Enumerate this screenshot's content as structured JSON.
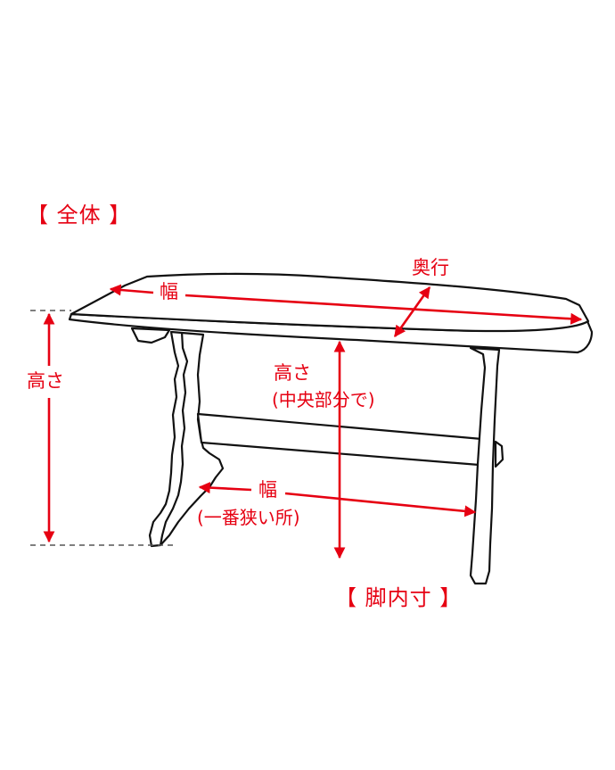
{
  "titles": {
    "overall": "【 全体 】",
    "leg_inner": "【 脚内寸 】"
  },
  "labels": {
    "width_top": "幅",
    "depth": "奥行",
    "height_overall": "高さ",
    "height_center": "高さ",
    "height_center_note": "(中央部分で)",
    "width_leg": "幅",
    "width_leg_note": "(一番狭い所)"
  },
  "colors": {
    "dimension": "#e60012",
    "outline": "#111111",
    "guide": "#555555",
    "background": "#ffffff"
  }
}
